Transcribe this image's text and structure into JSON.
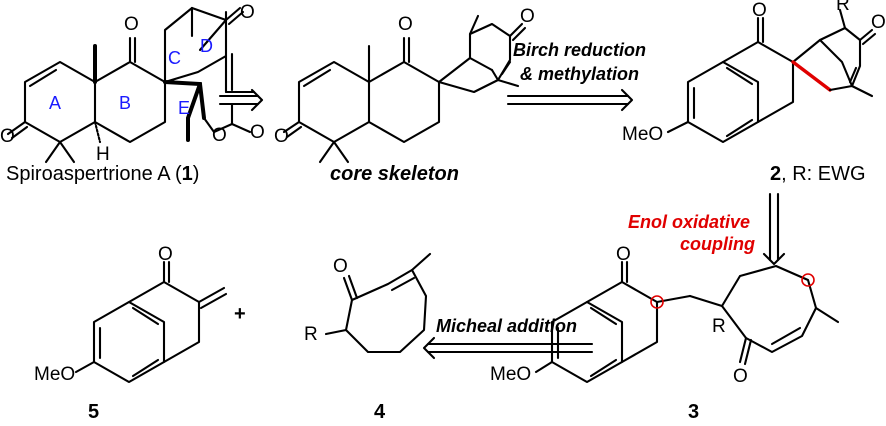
{
  "compound1": {
    "name": "Spiroaspertrione A (",
    "number": "1",
    "close": ")",
    "ring_labels": [
      "A",
      "B",
      "C",
      "D",
      "E"
    ],
    "atoms": {
      "o1": "O",
      "o2": "O",
      "o3": "O",
      "o4": "O",
      "o5": "O",
      "h": "H"
    }
  },
  "core": {
    "caption": "core skeleton",
    "atoms": {
      "o1": "O",
      "o2": "O",
      "o3": "O"
    }
  },
  "arrow1": {
    "line1": "Birch reduction",
    "line2": "& methylation"
  },
  "compound2": {
    "number": "2",
    "suffix": ", R: EWG",
    "substituent": "R",
    "methoxy": "MeO",
    "atoms": {
      "o1": "O",
      "o2": "O"
    }
  },
  "arrow2": {
    "line1": "Enol oxidative",
    "line2": "coupling"
  },
  "compound3": {
    "number": "3",
    "substituent": "R",
    "methoxy": "MeO",
    "atoms": {
      "o1": "O",
      "o2": "O"
    }
  },
  "arrow3": {
    "label": "Micheal addition"
  },
  "compound4": {
    "number": "4",
    "substituent": "R",
    "atoms": {
      "o1": "O"
    }
  },
  "plus": "+",
  "compound5": {
    "number": "5",
    "methoxy": "MeO",
    "atoms": {
      "o1": "O"
    }
  },
  "colors": {
    "highlight": "#e00000",
    "ring_label": "#1a1aff"
  }
}
